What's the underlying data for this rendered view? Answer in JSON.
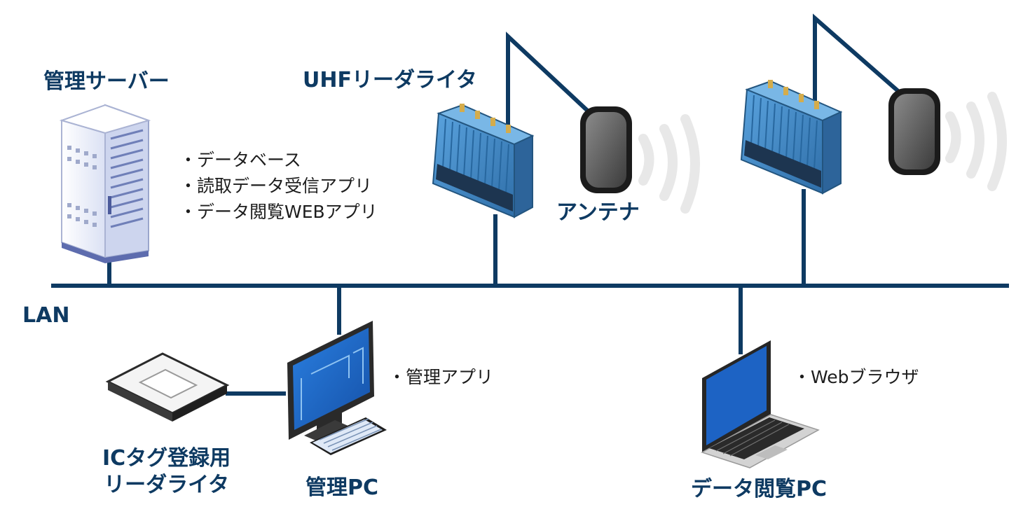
{
  "labels": {
    "server": "管理サーバー",
    "reader": "UHFリーダライタ",
    "antenna": "アンテナ",
    "lan": "LAN",
    "ic_reader_line1": "ICタグ登録用",
    "ic_reader_line2": "リーダライタ",
    "admin_pc": "管理PC",
    "viewer_pc": "データ閲覧PC"
  },
  "server_features": [
    "データベース",
    "読取データ受信アプリ",
    "データ閲覧WEBアプリ"
  ],
  "admin_pc_features": [
    "管理アプリ"
  ],
  "viewer_pc_features": [
    "Webブラウザ"
  ],
  "icons": [
    "server-rack-icon",
    "uhf-reader-icon",
    "antenna-icon",
    "radio-waves-icon",
    "desktop-pc-icon",
    "keyboard-icon",
    "ic-tag-reader-icon",
    "laptop-icon"
  ],
  "colors": {
    "network_line": "#0e3a62",
    "label_text": "#0e3a62",
    "body_text": "#1d1d1d",
    "device_blue": "#3f86c4",
    "server_body": "#eef1fb",
    "screen_blue": "#1f6fd1",
    "wave_gray": "#e8e8e8"
  }
}
